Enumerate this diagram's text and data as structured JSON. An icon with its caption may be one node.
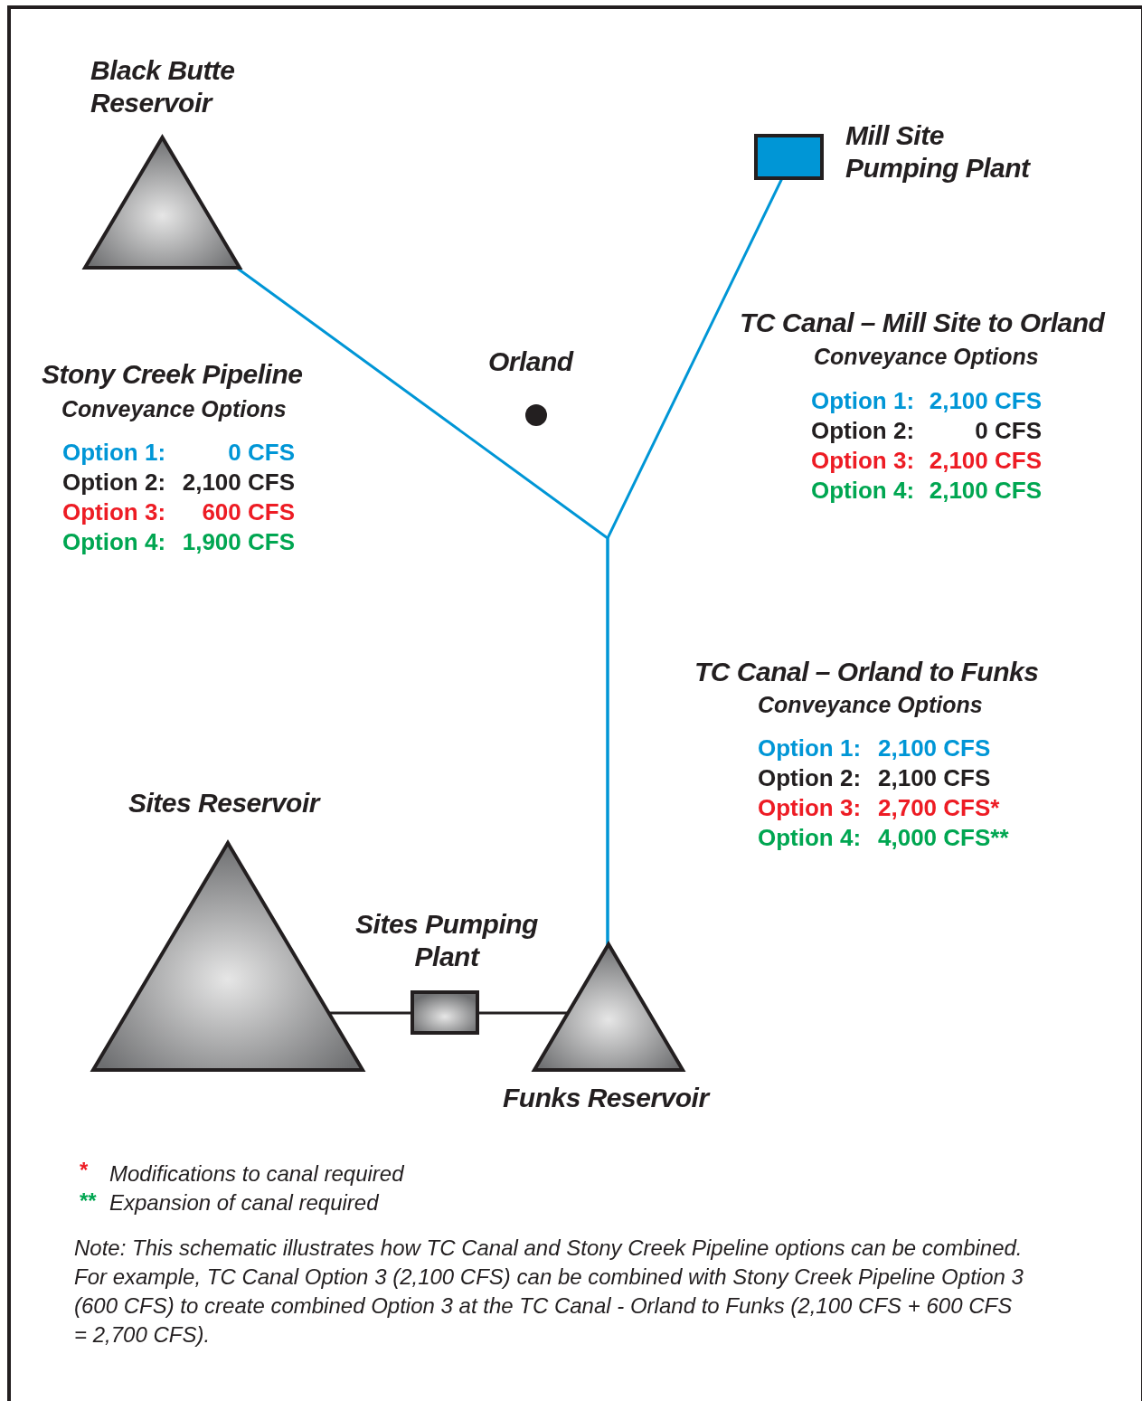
{
  "diagram": {
    "nodes": [
      {
        "text": [
          "Black Butte Reservoir"
        ]
      },
      {
        "text": [
          "Mill Site Pumping Plant"
        ]
      },
      {
        "text": [
          "Orland"
        ]
      },
      {
        "text": [
          "Sites Reservoir"
        ]
      },
      {
        "text": [
          "Sites Pumping Plant"
        ]
      },
      {
        "text": [
          "Funks Reservoir"
        ]
      }
    ],
    "edges": [
      {
        "from": 0,
        "to": 5,
        "arrow": "none",
        "color": "#0096d6"
      },
      {
        "from": 1,
        "to": 5,
        "arrow": "none",
        "color": "#0096d6"
      },
      {
        "from": 3,
        "to": 4,
        "arrow": "none",
        "color": "#231f20"
      },
      {
        "from": 4,
        "to": 5,
        "arrow": "none",
        "color": "#231f20"
      }
    ],
    "labels": [
      "TC Canal – Mill Site to Orland",
      "Conveyance Options",
      "Option 1:",
      "2,100 CFS",
      "Option 2:",
      "0 CFS",
      "Option 3:",
      "2,100 CFS",
      "Option 4:",
      "2,100 CFS",
      "Stony Creek Pipeline",
      "Conveyance Options",
      "Option 1:",
      "0 CFS",
      "Option 2:",
      "2,100 CFS",
      "Option 3:",
      "600 CFS",
      "Option 4:",
      "1,900 CFS",
      "TC Canal – Orland to Funks",
      "Conveyance Options",
      "Option 1:",
      "2,100 CFS",
      "Option 2:",
      "2,100 CFS",
      "Option 3:",
      "2,700 CFS*",
      "Option 4:",
      "4,000 CFS**",
      "*",
      "Modifications to canal required",
      "**",
      "Expansion of canal required",
      "Note: This schematic illustrates how TC Canal and Stony Creek Pipeline options can be combined. For example, TC Canal Option 3 (2,100 CFS) can be combined with Stony Creek Pipeline Option 3 (600 CFS) to create combined Option 3 at the TC Canal - Orland to Funks (2,100 CFS + 600 CFS = 2,700 CFS)."
    ]
  }
}
